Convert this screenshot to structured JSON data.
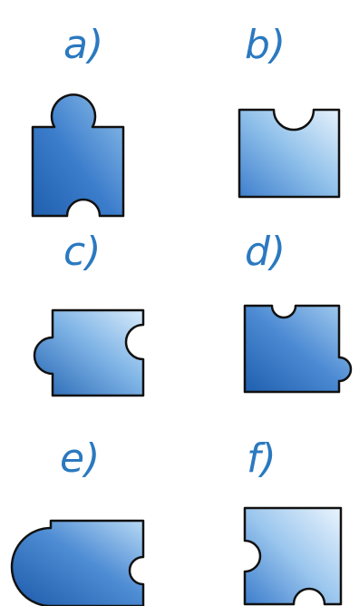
{
  "colors": {
    "label": "#2b79c0",
    "piece_light": "#cfe6f8",
    "piece_dark": "#1f5fae",
    "outline": "#111111"
  },
  "pieces": [
    {
      "label": "a)"
    },
    {
      "label": "b)"
    },
    {
      "label": "c)"
    },
    {
      "label": "d)"
    },
    {
      "label": "e)"
    },
    {
      "label": "f)"
    }
  ]
}
